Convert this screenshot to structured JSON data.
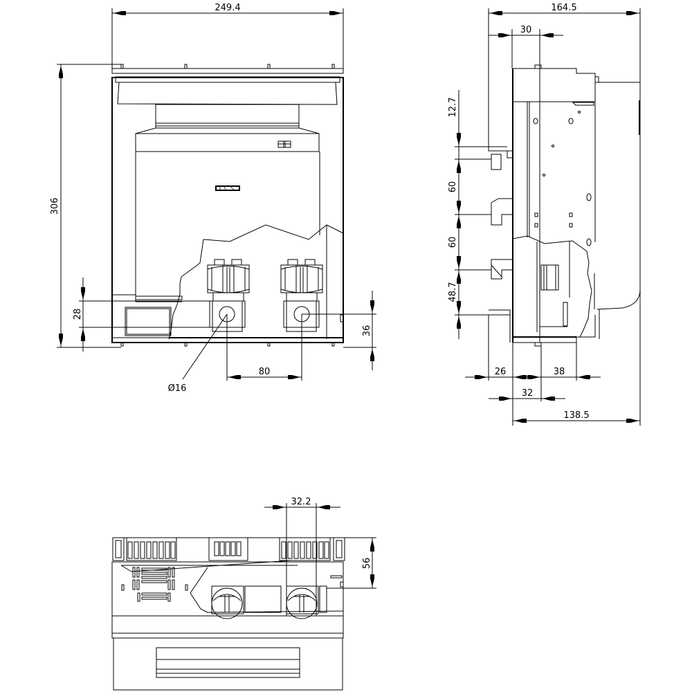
{
  "drawing": {
    "front_view": {
      "dimensions": {
        "overall_width": "249.4",
        "overall_height": "306",
        "terminal_height": "28",
        "terminal_offset": "36",
        "terminal_spacing": "80",
        "hole_diameter": "Ø16"
      }
    },
    "side_view": {
      "dimensions": {
        "overall_depth": "164.5",
        "rail_offset": "30",
        "top_clip": "12.7",
        "clip_spacing_1": "60",
        "clip_spacing_2": "60",
        "bottom_clip": "48.7",
        "left_offset": "26",
        "terminal_depth": "38",
        "terminal_position": "32",
        "body_depth": "138.5"
      }
    },
    "bottom_view": {
      "dimensions": {
        "terminal_width": "32.2",
        "height": "56"
      }
    }
  }
}
